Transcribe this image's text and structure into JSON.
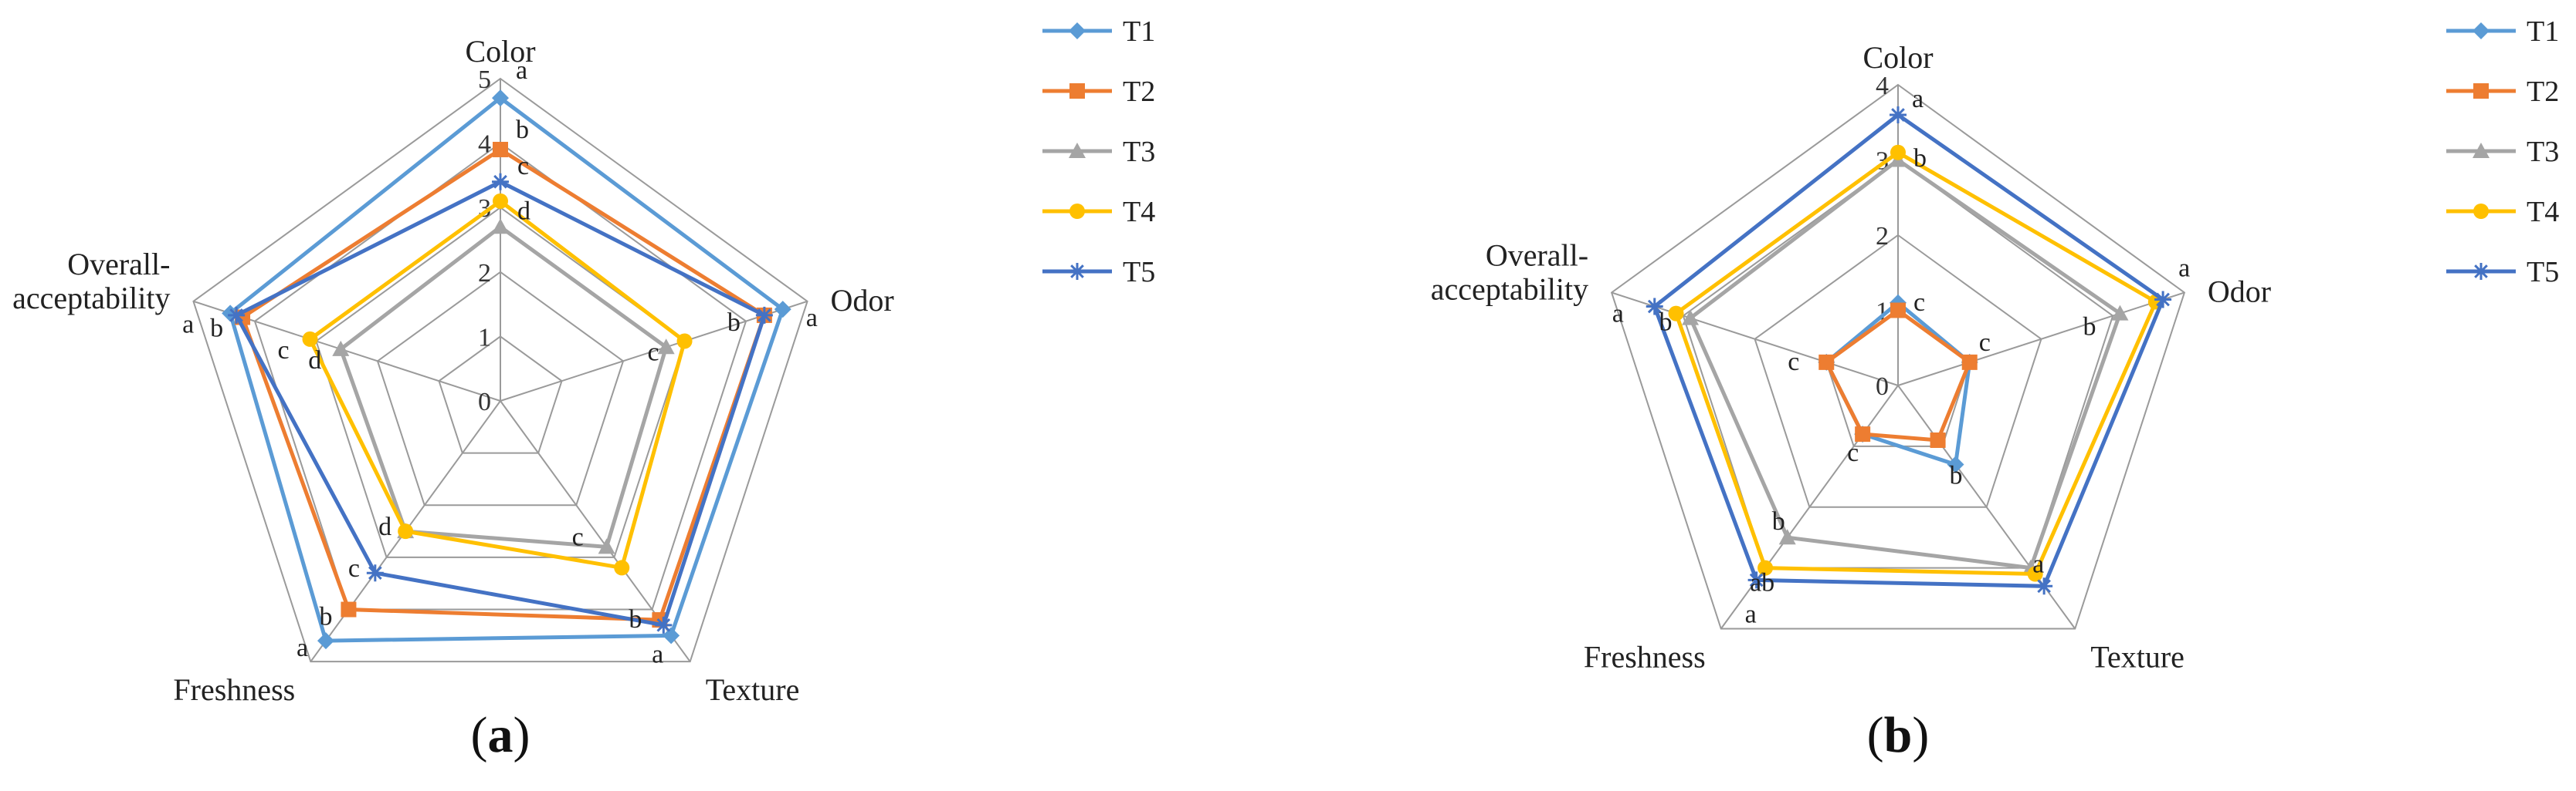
{
  "chart_data": [
    {
      "type": "radar",
      "panel_label": "a",
      "axes": [
        "Color",
        "Odor",
        "Texture",
        "Freshness",
        "Overall-\nacceptability"
      ],
      "rlim": [
        0,
        5
      ],
      "ticks": [
        "0",
        "1",
        "2",
        "3",
        "4",
        "5"
      ],
      "grid": true,
      "legend_position": "right",
      "series": [
        {
          "name": "T1",
          "color": "#5B9BD5",
          "marker": "diamond",
          "values": [
            4.7,
            4.6,
            4.5,
            4.6,
            4.4
          ]
        },
        {
          "name": "T2",
          "color": "#ED7D31",
          "marker": "square",
          "values": [
            3.9,
            4.3,
            4.2,
            4.0,
            4.2
          ]
        },
        {
          "name": "T3",
          "color": "#A5A5A5",
          "marker": "triangle",
          "values": [
            2.7,
            2.7,
            2.8,
            2.5,
            2.6
          ]
        },
        {
          "name": "T4",
          "color": "#FFC000",
          "marker": "circle",
          "values": [
            3.1,
            3.0,
            3.2,
            2.5,
            3.1
          ]
        },
        {
          "name": "T5",
          "color": "#4472C4",
          "marker": "star",
          "values": [
            3.4,
            4.3,
            4.3,
            3.3,
            4.3
          ]
        }
      ],
      "annotations": [
        [
          "a",
          "b",
          "c",
          "d"
        ],
        [
          "a",
          "b",
          "c"
        ],
        [
          "a",
          "b",
          "c"
        ],
        [
          "a",
          "b",
          "c",
          "d"
        ],
        [
          "a",
          "b",
          "c",
          "d"
        ]
      ]
    },
    {
      "type": "radar",
      "panel_label": "b",
      "axes": [
        "Color",
        "Odor",
        "Texture",
        "Freshness",
        "Overall-\nacceptability"
      ],
      "rlim": [
        0,
        4
      ],
      "ticks": [
        "0",
        "1",
        "2",
        "3",
        "4"
      ],
      "grid": true,
      "legend_position": "right",
      "series": [
        {
          "name": "T1",
          "color": "#5B9BD5",
          "marker": "diamond",
          "values": [
            1.1,
            1.0,
            1.3,
            0.8,
            1.0
          ]
        },
        {
          "name": "T2",
          "color": "#ED7D31",
          "marker": "square",
          "values": [
            1.0,
            1.0,
            0.9,
            0.8,
            1.0
          ]
        },
        {
          "name": "T3",
          "color": "#A5A5A5",
          "marker": "triangle",
          "values": [
            3.0,
            3.1,
            3.0,
            2.5,
            2.9
          ]
        },
        {
          "name": "T4",
          "color": "#FFC000",
          "marker": "circle",
          "values": [
            3.1,
            3.6,
            3.1,
            3.0,
            3.1
          ]
        },
        {
          "name": "T5",
          "color": "#4472C4",
          "marker": "star",
          "values": [
            3.6,
            3.7,
            3.3,
            3.2,
            3.4
          ]
        }
      ],
      "annotations": [
        [
          "a",
          "b",
          "c"
        ],
        [
          "a",
          "b",
          "c"
        ],
        [
          "a",
          "b"
        ],
        [
          "a",
          "ab",
          "b",
          "c"
        ],
        [
          "a",
          "b",
          "c"
        ]
      ]
    }
  ]
}
